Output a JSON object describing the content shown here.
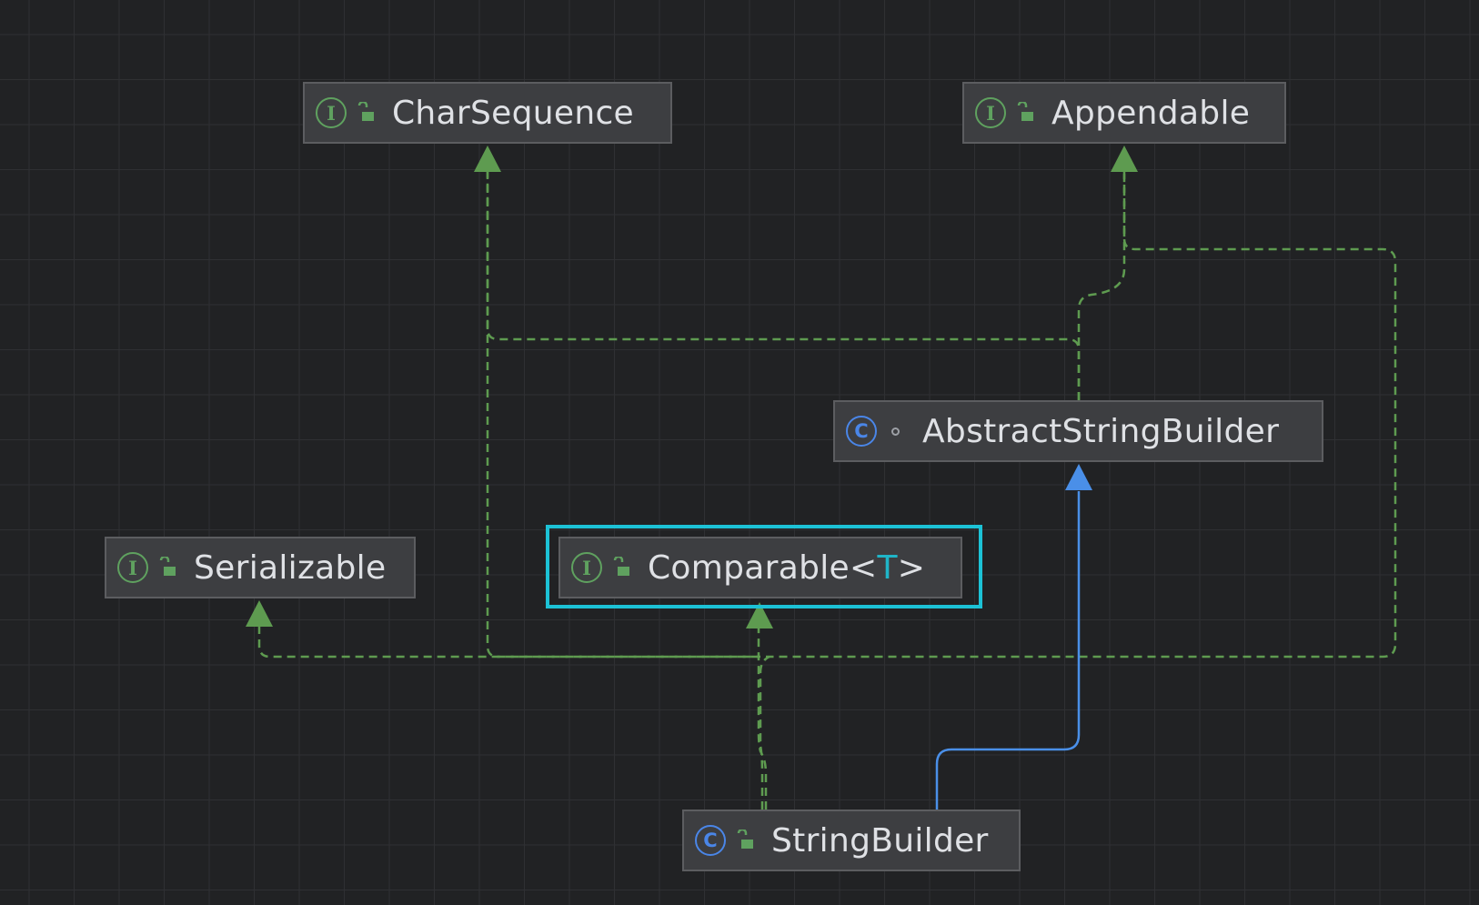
{
  "diagram": {
    "nodes": [
      {
        "id": "charsequence",
        "name": "CharSequence",
        "kind": "interface",
        "kind_glyph": "I",
        "visibility_icon": "public-lock-icon"
      },
      {
        "id": "appendable",
        "name": "Appendable",
        "kind": "interface",
        "kind_glyph": "I",
        "visibility_icon": "public-lock-icon"
      },
      {
        "id": "abstractstringbuilder",
        "name": "AbstractStringBuilder",
        "kind": "class",
        "kind_glyph": "C",
        "visibility_icon": "package-private-icon"
      },
      {
        "id": "serializable",
        "name": "Serializable",
        "kind": "interface",
        "kind_glyph": "I",
        "visibility_icon": "public-lock-icon"
      },
      {
        "id": "comparable",
        "name": "Comparable<",
        "type_param": "T",
        "name_suffix": ">",
        "kind": "interface",
        "kind_glyph": "I",
        "visibility_icon": "public-lock-icon",
        "selected": true
      },
      {
        "id": "stringbuilder",
        "name": "StringBuilder",
        "kind": "class",
        "kind_glyph": "C",
        "visibility_icon": "public-lock-icon"
      }
    ],
    "edges": [
      {
        "from": "abstractstringbuilder",
        "to": "charsequence",
        "type": "implements"
      },
      {
        "from": "abstractstringbuilder",
        "to": "appendable",
        "type": "implements"
      },
      {
        "from": "stringbuilder",
        "to": "abstractstringbuilder",
        "type": "extends"
      },
      {
        "from": "stringbuilder",
        "to": "serializable",
        "type": "implements"
      },
      {
        "from": "stringbuilder",
        "to": "comparable",
        "type": "implements"
      },
      {
        "from": "stringbuilder",
        "to": "charsequence",
        "type": "implements"
      },
      {
        "from": "stringbuilder",
        "to": "appendable",
        "type": "implements"
      }
    ],
    "colors": {
      "background": "#212224",
      "grid": "#2f3033",
      "node_fill": "#3d3e41",
      "node_border": "#5c5d60",
      "node_text": "#dfe1e5",
      "implements_edge": "#5e9b50",
      "extends_edge": "#4a8fe8",
      "selection": "#1cc2d6",
      "interface_icon": "#5fa15f",
      "class_icon": "#4a86e8",
      "type_param": "#1fb5c8"
    }
  }
}
